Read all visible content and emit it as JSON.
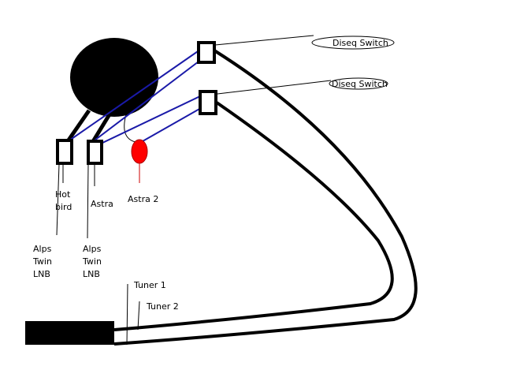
{
  "labels": {
    "diseq_switch_1": "Diseq Switch",
    "diseq_switch_2": "Diseq Switch",
    "hot_bird_1": "Hot",
    "hot_bird_2": "bird",
    "astra": "Astra",
    "astra_2": "Astra 2",
    "alps_1": [
      "Alps",
      "Twin",
      "LNB"
    ],
    "alps_2": [
      "Alps",
      "Twin",
      "LNB"
    ],
    "tuner_1": "Tuner 1",
    "tuner_2": "Tuner 2"
  },
  "colors": {
    "cable": "#000000",
    "signal": "#1a1aa8",
    "astra2_lnb": "#ff0000"
  }
}
